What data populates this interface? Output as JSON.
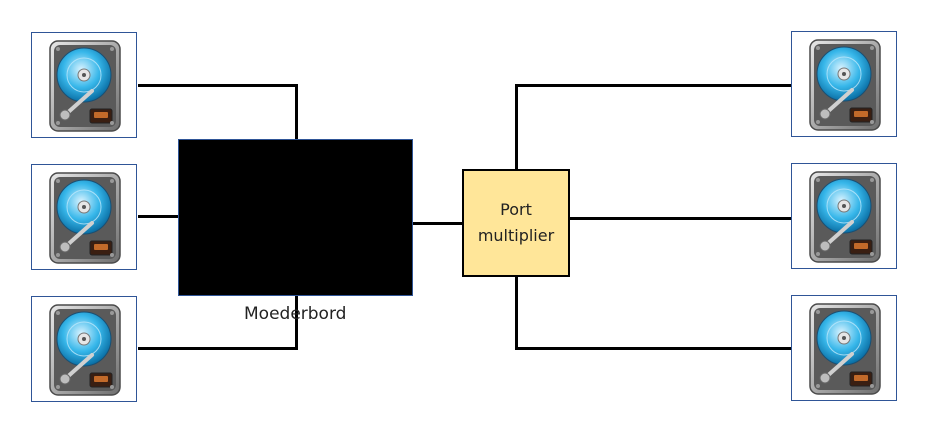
{
  "diagram": {
    "motherboard": {
      "label": "Moederbord",
      "color": "#000000"
    },
    "port_multiplier": {
      "label_line1": "Port",
      "label_line2": "multiplier",
      "color": "#ffe699"
    },
    "drives": [
      {
        "icon": "hard-drive-icon",
        "side": "left"
      },
      {
        "icon": "hard-drive-icon",
        "side": "left"
      },
      {
        "icon": "hard-drive-icon",
        "side": "left"
      },
      {
        "icon": "hard-drive-icon",
        "side": "right"
      },
      {
        "icon": "hard-drive-icon",
        "side": "right"
      },
      {
        "icon": "hard-drive-icon",
        "side": "right"
      }
    ],
    "connections": [
      [
        "drive-left-1",
        "motherboard"
      ],
      [
        "drive-left-2",
        "motherboard"
      ],
      [
        "drive-left-3",
        "motherboard"
      ],
      [
        "motherboard",
        "port_multiplier"
      ],
      [
        "port_multiplier",
        "drive-right-1"
      ],
      [
        "port_multiplier",
        "drive-right-2"
      ],
      [
        "port_multiplier",
        "drive-right-3"
      ]
    ]
  }
}
